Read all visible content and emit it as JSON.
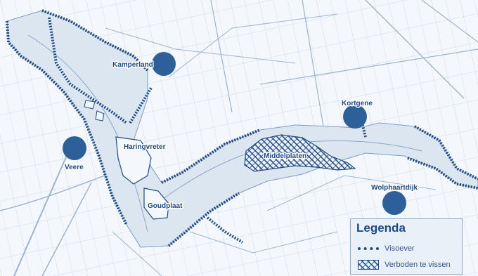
{
  "map": {
    "colors": {
      "water": "#dce6f1",
      "land": "#f4f7fb",
      "grid": "#b9c9dd",
      "shore": "#1f4a80",
      "marker": "#2d5f98",
      "label": "#1f4a80"
    },
    "places": [
      {
        "id": "kamperland",
        "label": "Kamperland"
      },
      {
        "id": "kortgene",
        "label": "Kortgene"
      },
      {
        "id": "veere",
        "label": "Veere"
      },
      {
        "id": "wolphaartsdijk",
        "label": "Wolphaartdijk"
      }
    ],
    "areas": [
      {
        "id": "haringvreter",
        "label": "Haringvreter"
      },
      {
        "id": "goudplaat",
        "label": "Goudplaat"
      },
      {
        "id": "middelplaten",
        "label": "Middelplaten"
      }
    ]
  },
  "legend": {
    "title": "Legenda",
    "items": [
      {
        "symbol": "dotted-line",
        "label": "Visoever"
      },
      {
        "symbol": "cross-hatch",
        "label": "Verboden te vissen"
      }
    ]
  }
}
